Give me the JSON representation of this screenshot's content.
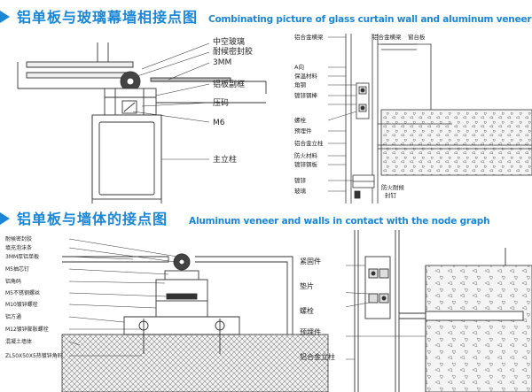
{
  "colors": {
    "accent": "#1a86d6",
    "line": "#333333"
  },
  "section1": {
    "title_zh": "铝单板与玻璃幕墙相接点图",
    "title_en": "Combinating picture of glass curtain wall and aluminum veneer",
    "left_labels": [
      "中空玻璃",
      "耐候密封胶",
      "3MM",
      "铝板副框",
      "压码",
      "M6",
      "主立柱"
    ],
    "right_labels": [
      "铝合金横梁",
      "A向",
      "保温材料",
      "角钢",
      "镀锌钢棒",
      "螺栓",
      "预埋件",
      "铝合金立柱",
      "防火材料",
      "镀锌钢板",
      "镀锌",
      "玻璃"
    ],
    "right_top_labels": [
      "铝合金横梁",
      "窗台板"
    ],
    "right_bottom_label": [
      "防火耐候",
      "封钉"
    ]
  },
  "section2": {
    "title_zh": "铝单板与墙体的接点图",
    "title_en": "Aluminum veneer and walls in contact with the node graph",
    "left_labels": [
      "耐候密封胶",
      "填充泡沫条",
      "3MM厚铝单板",
      "M5抽芯钉",
      "铝角码",
      "M5不锈钢螺丝",
      "M10镀锌螺栓",
      "铝方通",
      "M12镀锌膨胀螺栓",
      "混凝土墙体",
      "ZL50X50X5热镀锌角码"
    ],
    "right_labels": [
      "紧固件",
      "垫片",
      "螺栓",
      "预埋件",
      "铝合金立柱"
    ]
  }
}
